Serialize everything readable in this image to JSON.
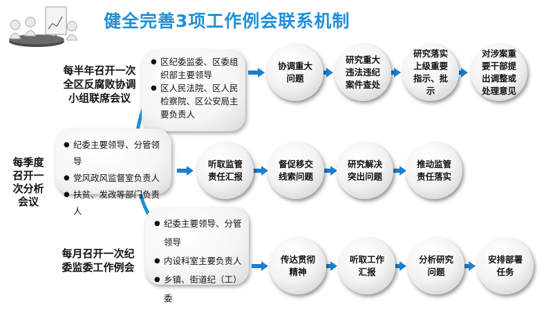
{
  "title": "健全完善3项工作例会联系机制",
  "left_label": [
    "每季度",
    "召开一",
    "次分析",
    "会议"
  ],
  "rows": [
    {
      "label": [
        "每半年召开一次",
        "全区反腐败协调",
        "小组联席会议"
      ],
      "items": [
        "区纪委监委、区委组织部主要领导",
        "区人民法院、区人民检察院、区公安局主要负责人"
      ],
      "steps": [
        "协调重大问题",
        "研究重大违法违纪案件查处",
        "研究落实上级重要指示、批示",
        "对涉案重要干部提出调整或处理意见"
      ]
    },
    {
      "items": [
        "纪委主要领导、分管领导",
        "党风政风监督室负责人",
        "扶贫、发改等部门负责人"
      ],
      "steps": [
        "听取监管责任汇报",
        "督促移交线索问题",
        "研究解决突出问题",
        "推动监管责任落实"
      ]
    },
    {
      "label": [
        "每月召开一次纪",
        "委监委工作例会"
      ],
      "items": [
        "纪委主要领导、分管领导",
        "内设科室主要负责人",
        "乡镇、街道纪（工）委"
      ],
      "steps": [
        "传达贯彻精神",
        "听取工作汇报",
        "分析研究问题",
        "安排部署任务"
      ]
    }
  ],
  "colors": {
    "title": "#1f8fd6",
    "connector": "#1f8fd6",
    "arrow": "#1c7fd0"
  },
  "icons": [
    "meeting-illustration",
    "arrow-right-icon"
  ]
}
